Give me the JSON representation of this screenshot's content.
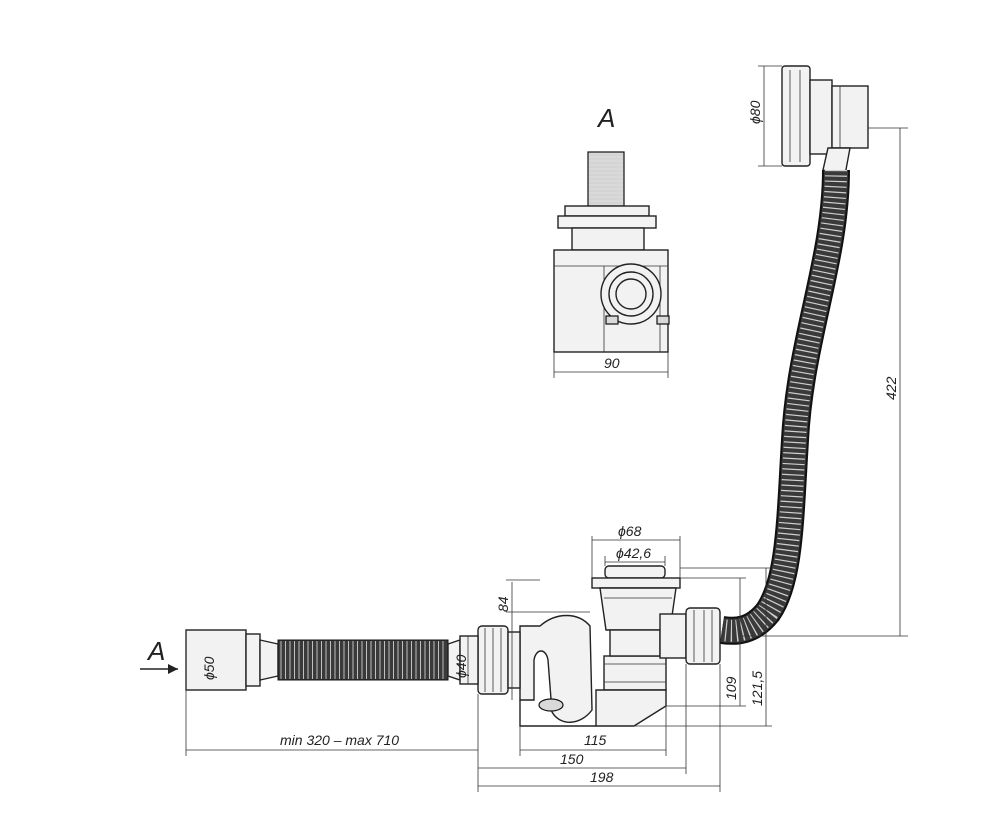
{
  "view_labels": {
    "section_a_top": "A",
    "arrow_a_left": "A"
  },
  "dimensions": {
    "top_view_width": "90",
    "overflow_diameter": "ϕ80",
    "hose_height": "422",
    "drain_outer_diameter": "ϕ68",
    "drain_inner_diameter": "ϕ42,6",
    "trap_height": "84",
    "outlet_diameter_50": "ϕ50",
    "outlet_diameter_40": "ϕ40",
    "extension_length": "min 320 – max 710",
    "dim_115": "115",
    "dim_150": "150",
    "dim_198": "198",
    "dim_109": "109",
    "dim_121_5": "121,5"
  },
  "colors": {
    "line": "#222222",
    "hose": "#3a3a3a",
    "body_fill": "#f2f2f2"
  }
}
